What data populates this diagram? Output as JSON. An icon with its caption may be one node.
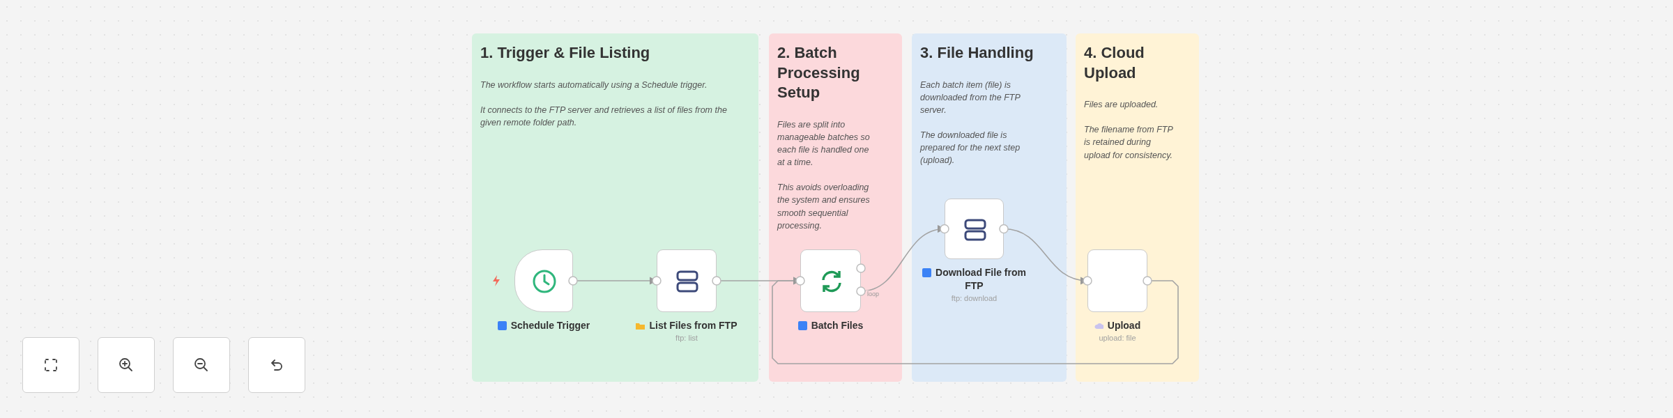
{
  "diagram": {
    "nodes": [
      {
        "text": [
          "1. Trigger & File Listing",
          "The workflow starts automatically using a Schedule trigger.",
          "It connects to the FTP server and retrieves a list of files from the given remote folder path."
        ]
      },
      {
        "text": [
          "2. Batch Processing Setup",
          "Files are split into manageable batches so each file is handled one at a time.",
          "This avoids overloading the system and ensures smooth sequential processing."
        ]
      },
      {
        "text": [
          "3. File Handling",
          "Each batch item (file) is downloaded from the FTP server.",
          "The downloaded file is prepared for the next step (upload)."
        ]
      },
      {
        "text": [
          "4. Cloud Upload",
          "Files are uploaded.",
          "The filename from FTP is retained during upload for consistency."
        ]
      },
      {
        "text": [
          "Schedule Trigger"
        ],
        "in": 0
      },
      {
        "text": [
          "List Files from FTP",
          "ftp: list"
        ],
        "in": 0
      },
      {
        "text": [
          "Batch Files"
        ],
        "in": 1
      },
      {
        "text": [
          "Download File from FTP",
          "ftp: download"
        ],
        "in": 2
      },
      {
        "text": [
          "Upload",
          "upload: file"
        ],
        "in": 3
      }
    ],
    "edges": [
      {
        "from": 4,
        "to": 5,
        "arrow": "to"
      },
      {
        "from": 5,
        "to": 6,
        "arrow": "to"
      },
      {
        "from": 6,
        "to": 7,
        "arrow": "to",
        "label": "loop"
      },
      {
        "from": 7,
        "to": 8,
        "arrow": "to"
      },
      {
        "from": 8,
        "to": 6,
        "arrow": "to"
      }
    ]
  }
}
